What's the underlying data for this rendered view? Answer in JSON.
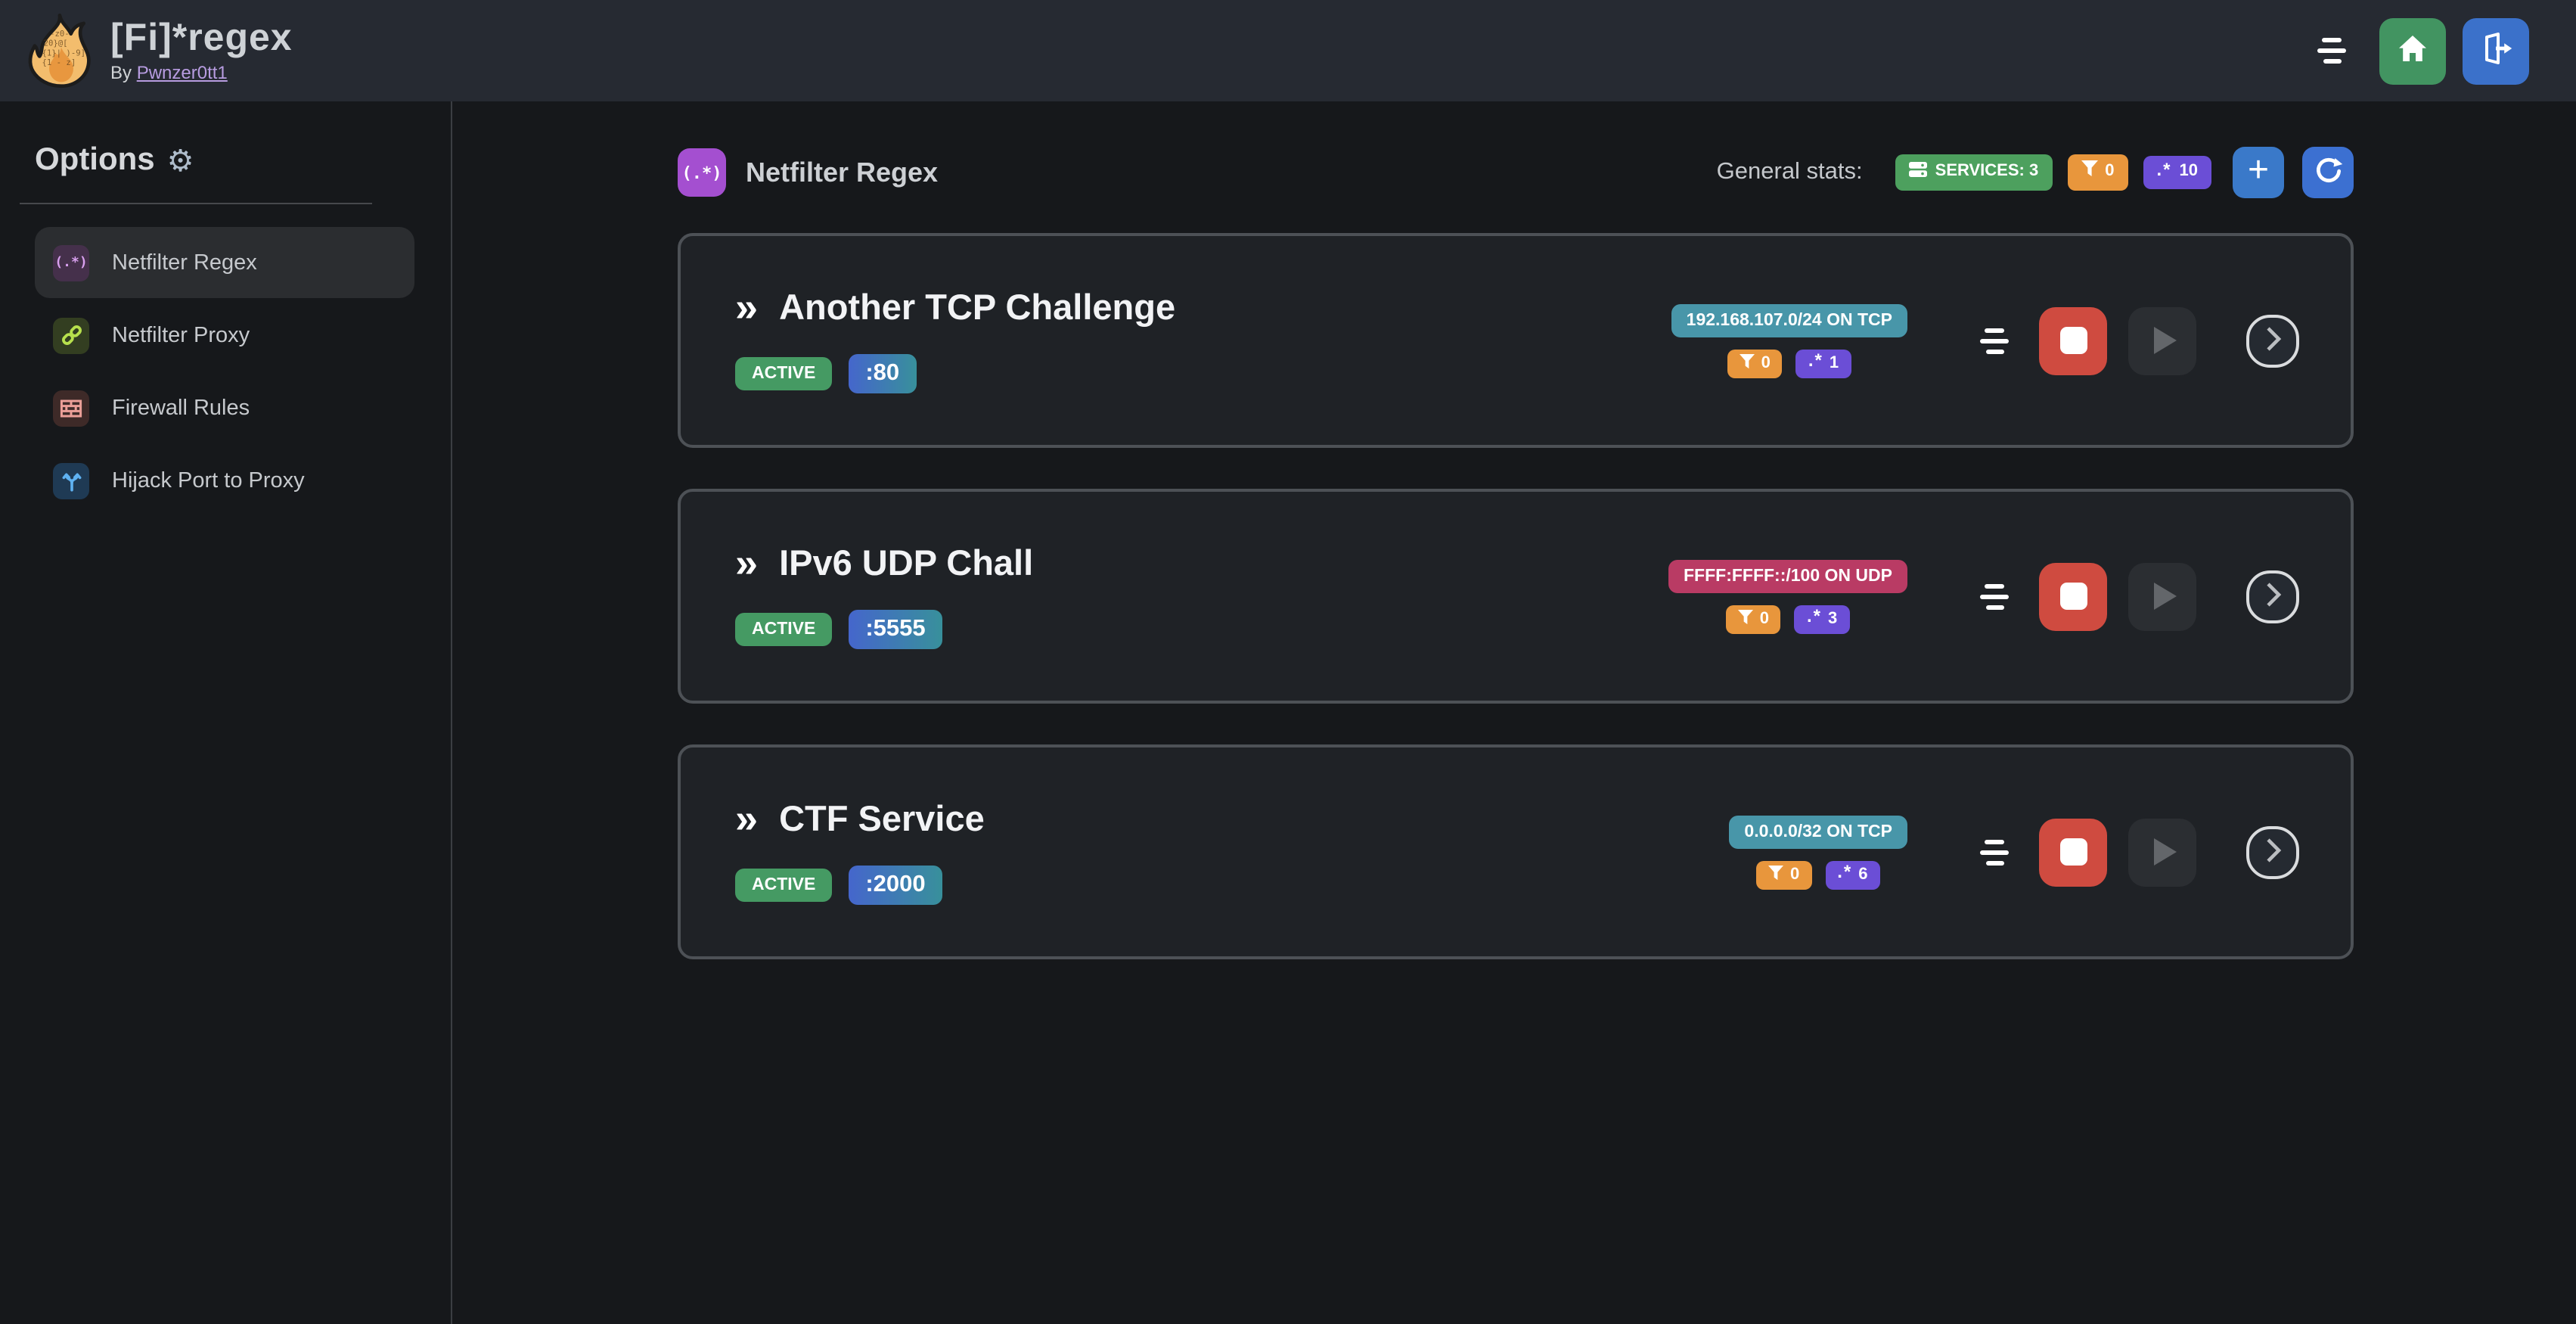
{
  "header": {
    "app_title": "[Fi]*regex",
    "byline_prefix": "By",
    "byline_link": "Pwnzer0tt1"
  },
  "sidebar": {
    "heading": "Options",
    "gear_glyph": "⚙",
    "items": [
      {
        "label": "Netfilter Regex",
        "icon_text": "(.*)",
        "active": true
      },
      {
        "label": "Netfilter Proxy",
        "active": false
      },
      {
        "label": "Firewall Rules",
        "active": false
      },
      {
        "label": "Hijack Port to Proxy",
        "active": false
      }
    ]
  },
  "main": {
    "section_icon_text": "(.*)",
    "section_title": "Netfilter Regex",
    "stats_label": "General stats:",
    "stats": {
      "services_label": "SERVICES: 3",
      "filters_count": "0",
      "regex_count": "10"
    },
    "plus_label": "+",
    "card_chevron_glyph": "»",
    "regex_glyph": ".*",
    "cards": [
      {
        "name": "Another TCP Challenge",
        "status": "ACTIVE",
        "port": ":80",
        "cidr": "192.168.107.0/24 ON TCP",
        "filters": "0",
        "regexes": "1"
      },
      {
        "name": "IPv6 UDP Chall",
        "status": "ACTIVE",
        "port": ":5555",
        "cidr": "FFFF:FFFF::/100 ON UDP",
        "filters": "0",
        "regexes": "3"
      },
      {
        "name": "CTF Service",
        "status": "ACTIVE",
        "port": ":2000",
        "cidr": "0.0.0.0/32 ON TCP",
        "filters": "0",
        "regexes": "6"
      }
    ]
  },
  "colors": {
    "header_bg": "#262a32",
    "page_bg": "#16181b",
    "card_bg": "#1f2226",
    "card_border": "#4d5156",
    "accent_purple": "#a44fd0",
    "badge_green": "#4da05e",
    "badge_orange": "#e8963c",
    "badge_violet": "#6b4ed6",
    "badge_teal": "#4896a9",
    "badge_pink": "#b93b64",
    "btn_blue": "#3b71ca",
    "btn_green": "#429461",
    "btn_red": "#cf4b40",
    "link_purple": "#b79ce0"
  }
}
